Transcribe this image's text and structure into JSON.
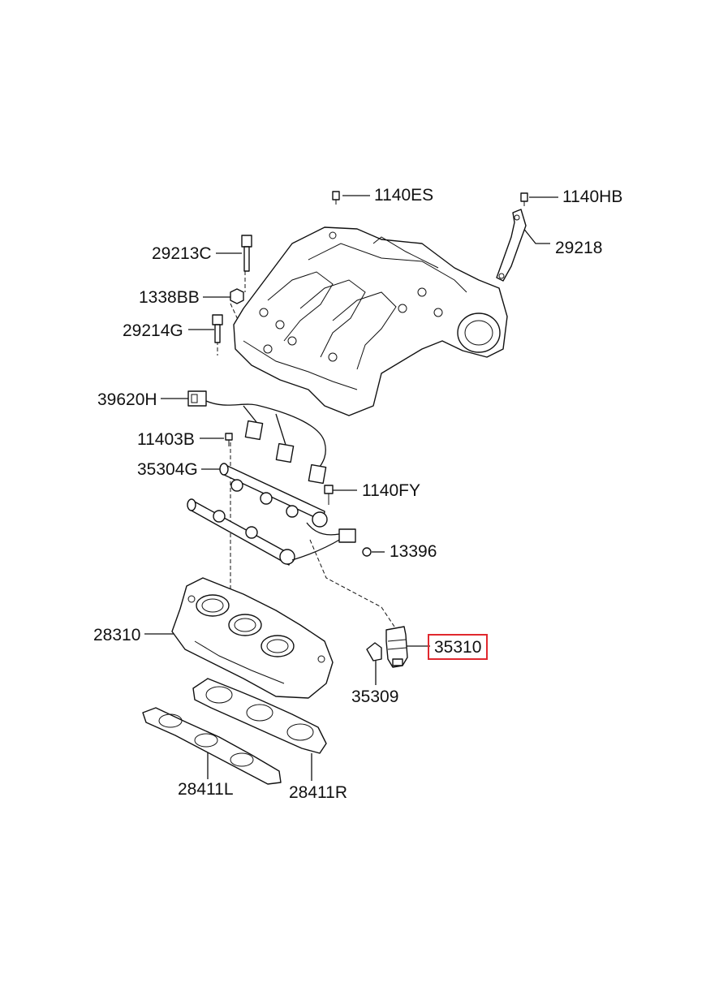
{
  "diagram": {
    "highlight_color": "#e0282e",
    "parts": [
      {
        "id": "1140ES",
        "label": "1140ES"
      },
      {
        "id": "1140HB",
        "label": "1140HB"
      },
      {
        "id": "29213C",
        "label": "29213C"
      },
      {
        "id": "29218",
        "label": "29218"
      },
      {
        "id": "1338BB",
        "label": "1338BB"
      },
      {
        "id": "29214G",
        "label": "29214G"
      },
      {
        "id": "39620H",
        "label": "39620H"
      },
      {
        "id": "11403B",
        "label": "11403B"
      },
      {
        "id": "35304G",
        "label": "35304G"
      },
      {
        "id": "1140FY",
        "label": "1140FY"
      },
      {
        "id": "13396",
        "label": "13396"
      },
      {
        "id": "28310",
        "label": "28310"
      },
      {
        "id": "35310",
        "label": "35310",
        "highlighted": true
      },
      {
        "id": "35309",
        "label": "35309"
      },
      {
        "id": "28411L",
        "label": "28411L"
      },
      {
        "id": "28411R",
        "label": "28411R"
      }
    ]
  }
}
